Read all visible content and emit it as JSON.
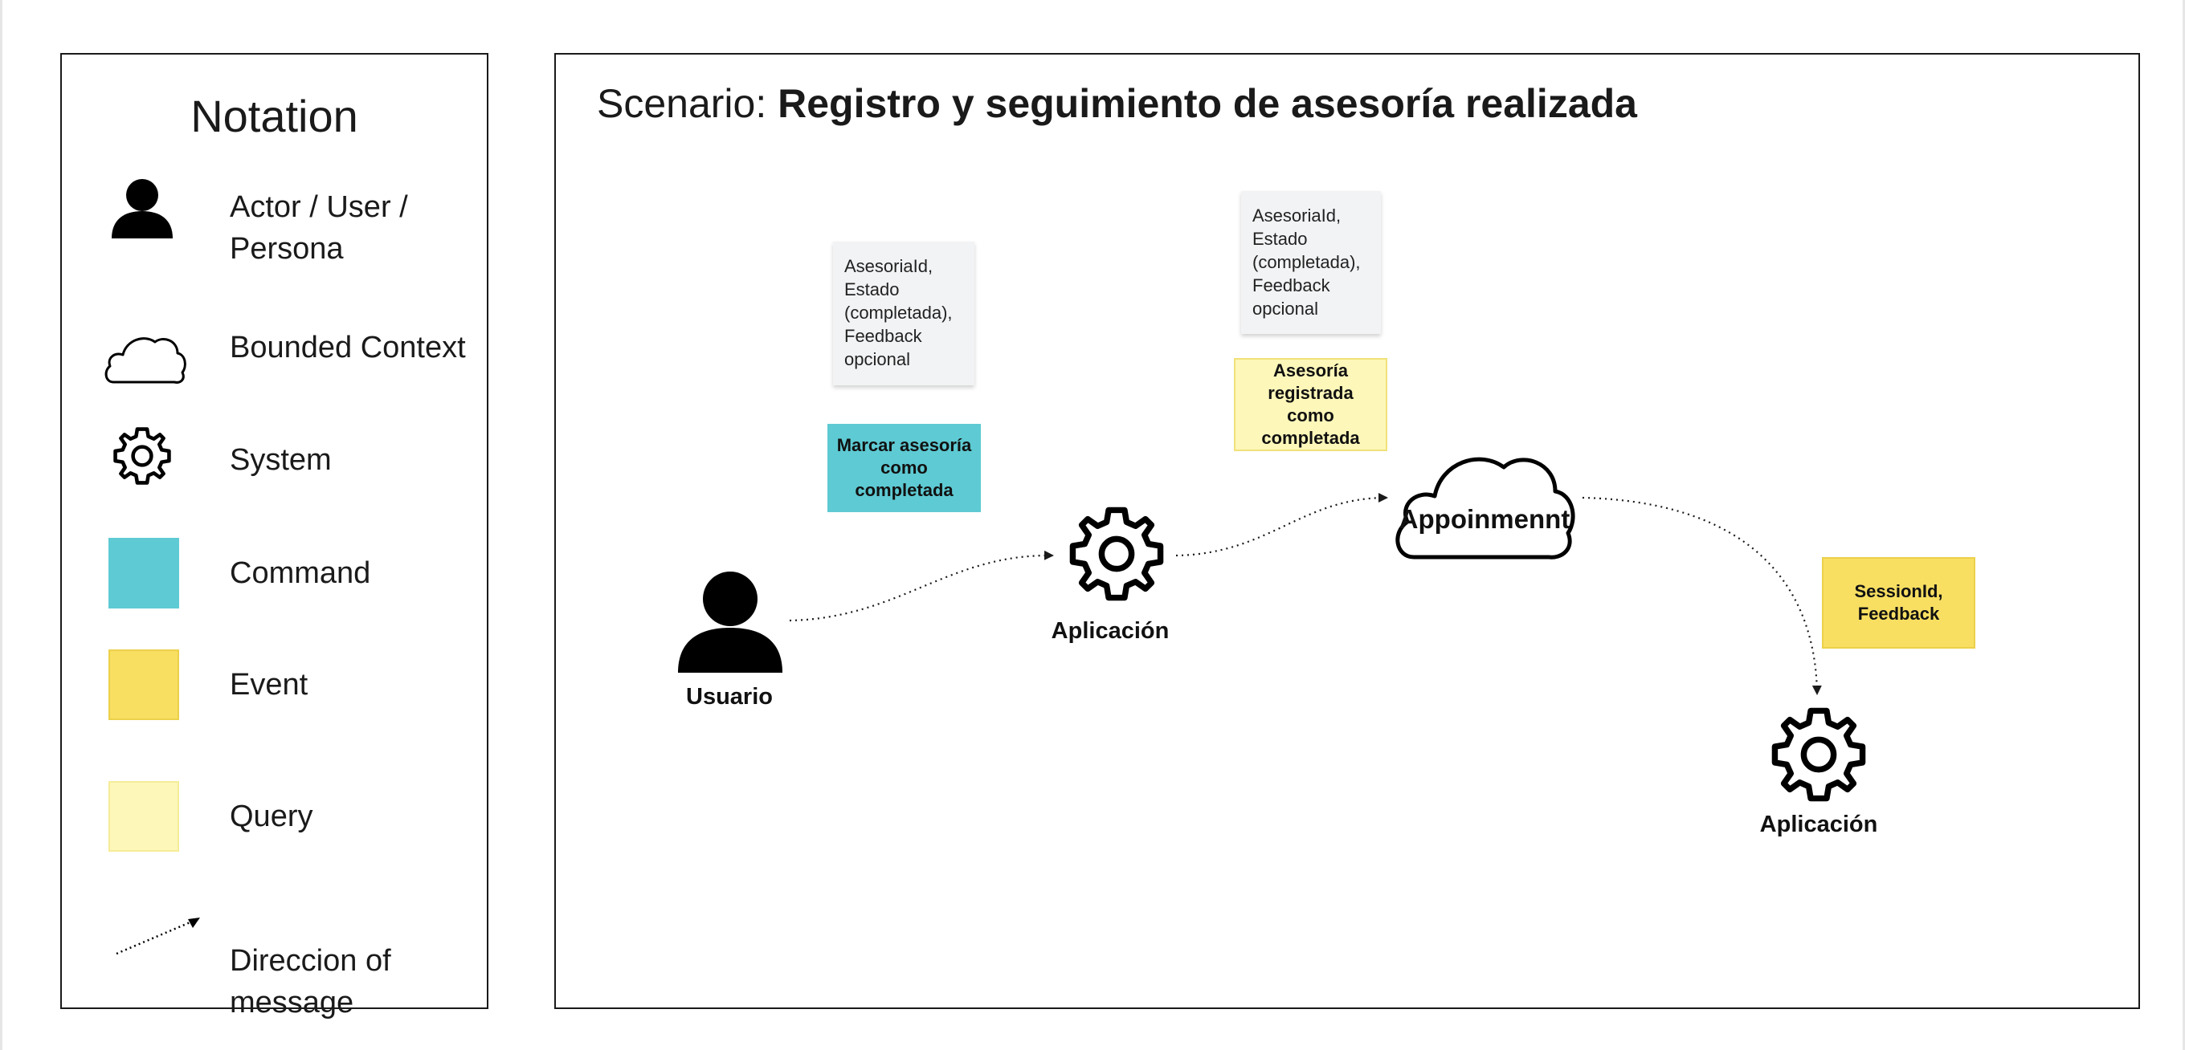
{
  "colors": {
    "command": "#5ecad3",
    "event": "#f8df62",
    "query": "#fdf7b9",
    "note": "#f2f3f5",
    "stroke": "#1a1a1a"
  },
  "notation": {
    "title": "Notation",
    "items": [
      {
        "icon": "person-icon",
        "label": "Actor / User / Persona"
      },
      {
        "icon": "cloud-icon",
        "label": "Bounded Context"
      },
      {
        "icon": "gear-icon",
        "label": "System"
      },
      {
        "icon": "command-swatch",
        "label": "Command"
      },
      {
        "icon": "event-swatch",
        "label": "Event"
      },
      {
        "icon": "query-swatch",
        "label": "Query"
      },
      {
        "icon": "dotted-arrow-icon",
        "label": "Direccion of message"
      }
    ]
  },
  "scenario": {
    "title_prefix": "Scenario: ",
    "title_bold": "Registro y seguimiento de asesoría realizada",
    "actor_label": "Usuario",
    "system1_label": "Aplicación",
    "system2_label": "Aplicación",
    "context_label": "Appoinmennt",
    "note1": "AsesoriaId, Estado (completada), Feedback opcional",
    "note2": "AsesoriaId, Estado (completada), Feedback opcional",
    "command": "Marcar asesoría como completada",
    "event1": "Asesoría registrada como completada",
    "event2": "SessionId, Feedback"
  }
}
